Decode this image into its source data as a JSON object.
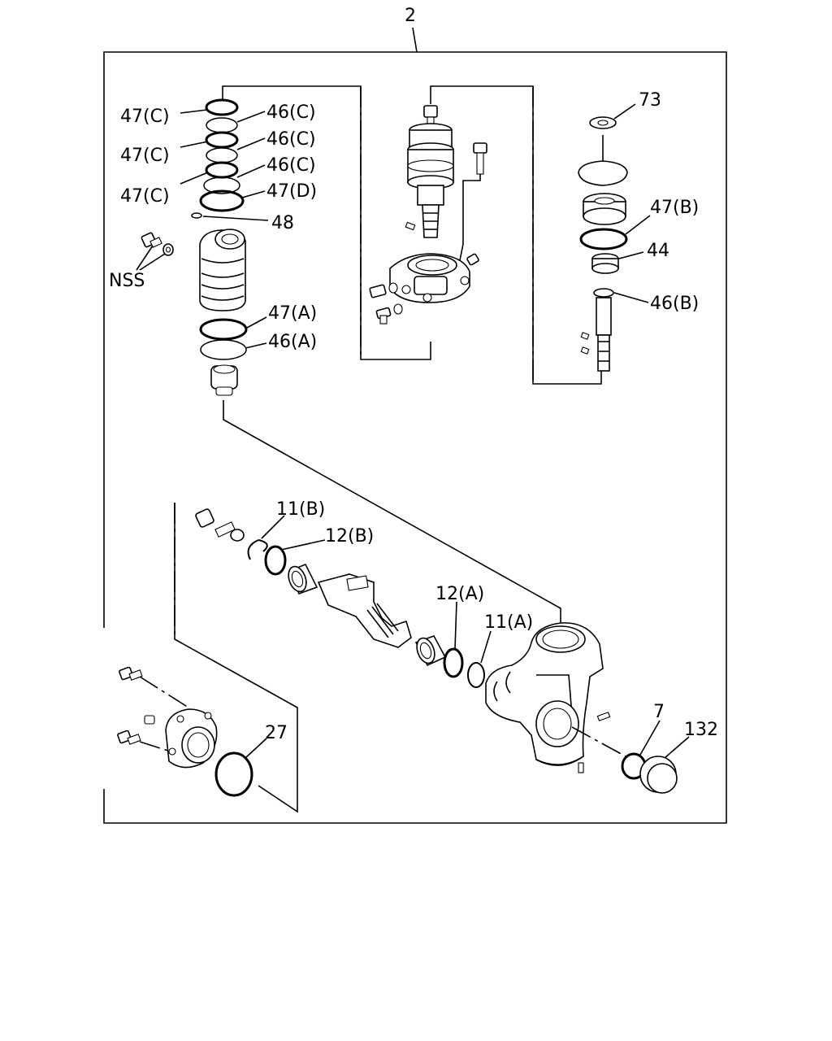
{
  "labels": {
    "assembly": "2",
    "l47c_1": "47(C)",
    "l46c_1": "46(C)",
    "l46c_2": "46(C)",
    "l47c_2": "47(C)",
    "l46c_3": "46(C)",
    "l47c_3": "47(C)",
    "l47d": "47(D)",
    "l48": "48",
    "nss": "NSS",
    "l47a": "47(A)",
    "l46a": "46(A)",
    "l73": "73",
    "l47b": "47(B)",
    "l44": "44",
    "l46b": "46(B)",
    "l11b": "11(B)",
    "l12b": "12(B)",
    "l12a": "12(A)",
    "l11a": "11(A)",
    "l7": "7",
    "l132": "132",
    "l27": "27"
  }
}
